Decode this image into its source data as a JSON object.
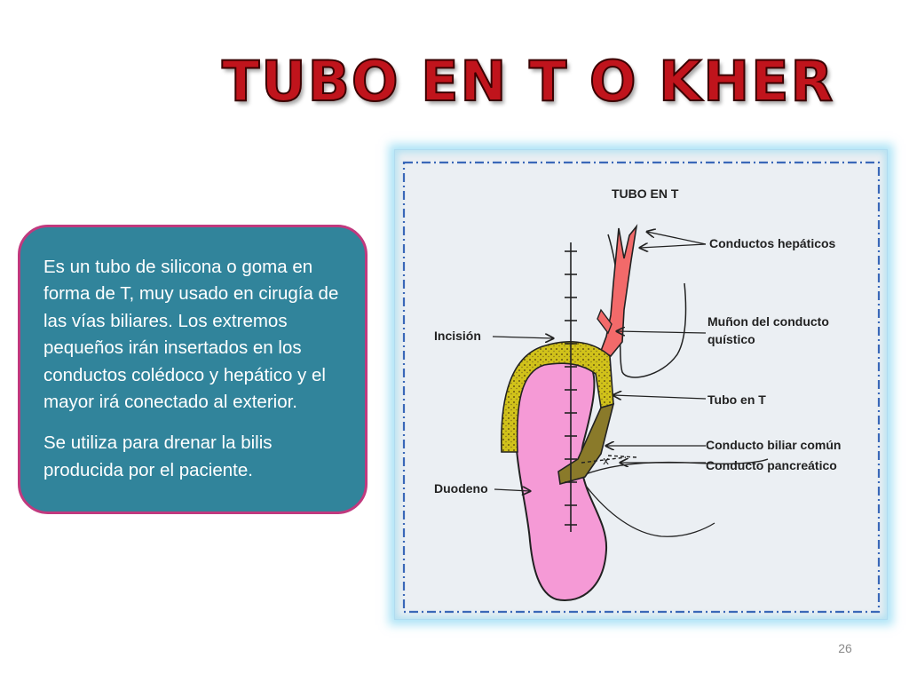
{
  "slide": {
    "title": "TUBO EN  T  O KHER",
    "body_paragraphs": [
      "Es un tubo de silicona o goma en forma de T, muy usado en cirugía de las vías biliares. Los extremos pequeños irán insertados en los conductos colédoco y hepático y el mayor  irá conectado al exterior.",
      "Se utiliza para drenar la bilis producida por el paciente."
    ],
    "page_number": "26"
  },
  "figure": {
    "heading": "TUBO EN T",
    "labels": {
      "conductos_hepaticos": "Conductos hepáticos",
      "munon_line1": "Muñon del conducto",
      "munon_line2": "quístico",
      "incision": "Incisión",
      "tubo_en_t": "Tubo en T",
      "conducto_biliar": "Conducto biliar común",
      "conducto_pancreatico": "Conducto pancreático",
      "duodeno": "Duodeno"
    },
    "colors": {
      "duct": "#f26a6a",
      "duodenum": "#f59ad6",
      "tube": "#d1c21a",
      "frame_glow": "#78d2f0",
      "dashed_border": "#3a68b8"
    }
  }
}
